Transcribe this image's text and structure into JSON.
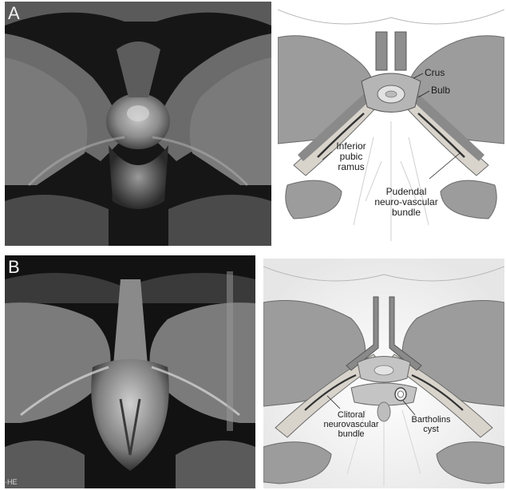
{
  "figure": {
    "panels": [
      {
        "letter": "A"
      },
      {
        "letter": "B",
        "corner_mark": "·HE"
      }
    ],
    "labels_a": {
      "crus": "Crus",
      "bulb": "Bulb",
      "inferior_pubic_ramus": "Inferior\npubic\nramus",
      "pudendal_bundle": "Pudendal\nneuro-vascular\nbundle"
    },
    "labels_b": {
      "clitoral_bundle": "Clitoral\nneurovascular\nbundle",
      "bartholins_cyst": "Bartholins\ncyst"
    }
  }
}
